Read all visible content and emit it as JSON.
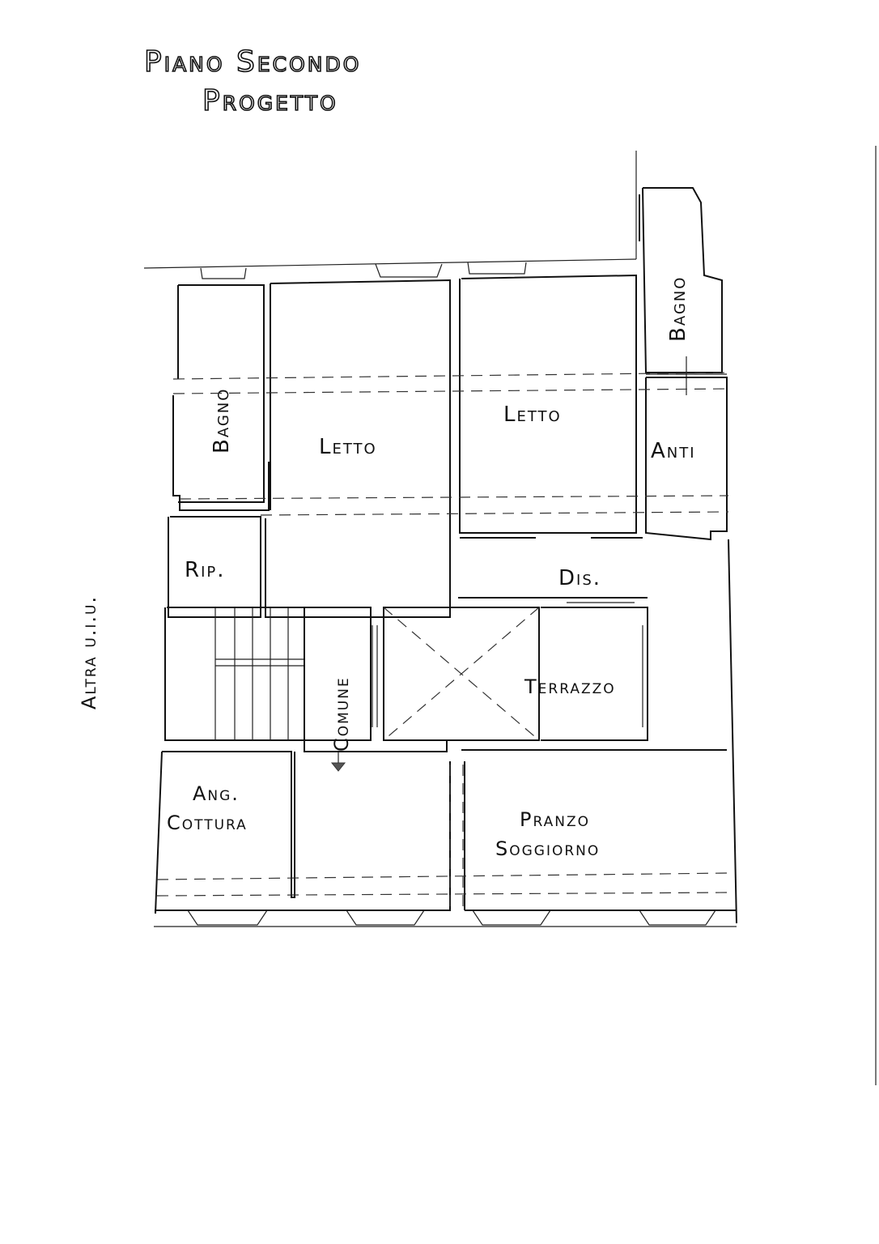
{
  "title": {
    "line1": "Piano Secondo",
    "line2": "Progetto"
  },
  "side_label": "Altra u.i.u.",
  "rooms": {
    "bagno_left": "Bagno",
    "letto_left": "Letto",
    "letto_center": "Letto",
    "bagno_right": "Bagno",
    "anti": "Anti",
    "rip": "Rip.",
    "dis": "Dis.",
    "comune": "Comune",
    "terrazzo": "Terrazzo",
    "ang_line1": "Ang.",
    "ang_line2": "Cottura",
    "pranzo": "Pranzo",
    "soggiorno": "Soggiorno"
  }
}
